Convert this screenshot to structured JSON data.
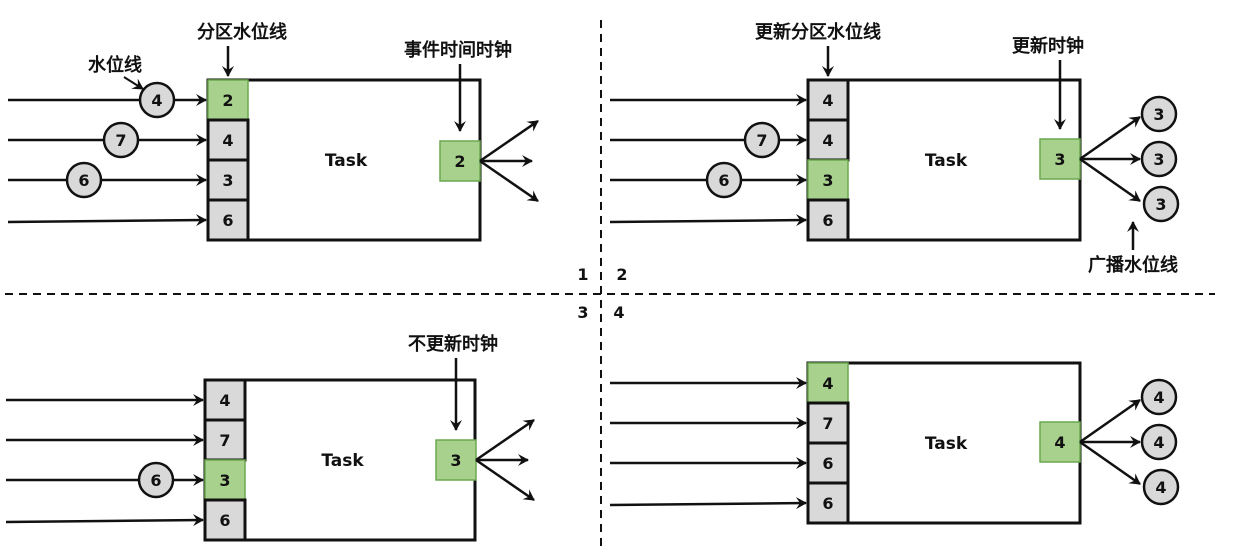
{
  "colors": {
    "highlight_fill": "#a9d18e",
    "highlight_stroke": "#6aa84f",
    "cell_fill": "#d9d9d9",
    "line": "#111111"
  },
  "task_label": "Task",
  "panels": [
    {
      "id": "1",
      "input_watermarks": [
        "2",
        "4",
        "3",
        "6"
      ],
      "highlight_index": 0,
      "in_flight": [
        {
          "channel": 0,
          "value": "4"
        },
        {
          "channel": 1,
          "value": "7"
        },
        {
          "channel": 2,
          "value": "6"
        }
      ],
      "clock": "2",
      "broadcast": [],
      "labels": {
        "partition": "分区水位线",
        "watermark": "水位线",
        "clock": "事件时间时钟"
      }
    },
    {
      "id": "2",
      "input_watermarks": [
        "4",
        "4",
        "3",
        "6"
      ],
      "highlight_index": 2,
      "in_flight": [
        {
          "channel": 1,
          "value": "7"
        },
        {
          "channel": 2,
          "value": "6"
        }
      ],
      "clock": "3",
      "broadcast": [
        "3",
        "3",
        "3"
      ],
      "labels": {
        "partition": "更新分区水位线",
        "clock": "更新时钟",
        "broadcast": "广播水位线"
      }
    },
    {
      "id": "3",
      "input_watermarks": [
        "4",
        "7",
        "3",
        "6"
      ],
      "highlight_index": 2,
      "in_flight": [
        {
          "channel": 2,
          "value": "6"
        }
      ],
      "clock": "3",
      "broadcast": [],
      "labels": {
        "clock": "不更新时钟"
      }
    },
    {
      "id": "4",
      "input_watermarks": [
        "4",
        "7",
        "6",
        "6"
      ],
      "highlight_index": 0,
      "in_flight": [],
      "clock": "4",
      "broadcast": [
        "4",
        "4",
        "4"
      ],
      "labels": {}
    }
  ]
}
